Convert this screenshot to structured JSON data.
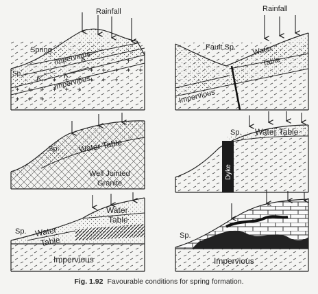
{
  "panels": {
    "p1": {
      "rainfall": "Rainfall",
      "spring": "Spring",
      "sp": "Sp.",
      "impervious_upper": "Impervious",
      "impervious_lower": "Impervious"
    },
    "p2": {
      "rainfall": "Rainfall",
      "fault_sp": "Fault Sp.",
      "water": "Water",
      "table": "Table",
      "impervious": "Impervious"
    },
    "p3": {
      "sp": "Sp.",
      "water_table": "Water Table",
      "well_jointed": "Well Jointed",
      "granite": "Granite"
    },
    "p4": {
      "sp": "Sp.",
      "water_table": "Water Table",
      "dyke": "Dyke"
    },
    "p5": {
      "sp": "Sp.",
      "water_right": "Water",
      "table_right": "Table",
      "water_left": "Water",
      "table_left": "Table",
      "impervious": "Impervious"
    },
    "p6": {
      "sp": "Sp.",
      "impervious": "Impervious"
    }
  },
  "caption": {
    "number": "Fig. 1.92",
    "text": "Favourable conditions for spring formation."
  }
}
